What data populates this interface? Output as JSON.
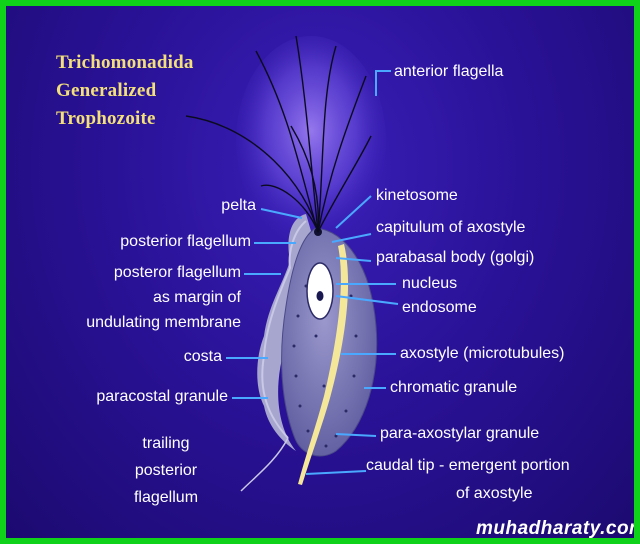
{
  "title": {
    "line1": "Trichomonadida",
    "line2": "Generalized",
    "line3": "Trophozoite"
  },
  "labels": {
    "anterior_flagella": "anterior flagella",
    "kinetosome": "kinetosome",
    "capitulum": "capitulum of axostyle",
    "parabasal": "parabasal body (golgi)",
    "nucleus": "nucleus",
    "endosome": "endosome",
    "axostyle": "axostyle (microtubules)",
    "chromatic_granule": "chromatic granule",
    "para_axostylar": "para-axostylar granule",
    "caudal_tip_1": "caudal tip - emergent portion",
    "caudal_tip_2": "of axostyle",
    "pelta": "pelta",
    "posterior_flagellum": "posterior flagellum",
    "undulating_1": "posteror flagellum",
    "undulating_2": "as margin of",
    "undulating_3": "undulating membrane",
    "costa": "costa",
    "paracostal": "paracostal granule",
    "trailing_1": "trailing",
    "trailing_2": "posterior",
    "trailing_3": "flagellum"
  },
  "watermark": "muhadharaty.com",
  "colors": {
    "border": "#10d21a",
    "background": "#2a1298",
    "title": "#f3e07a",
    "label": "#ffffff",
    "leader": "#4aa8ff",
    "axostyle": "#f4e79a",
    "body": "#7c7ab8"
  }
}
